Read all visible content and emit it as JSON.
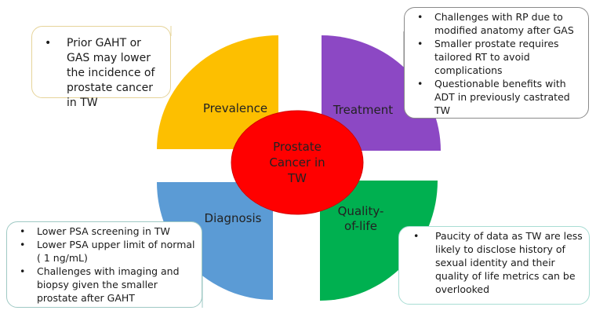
{
  "center": {
    "lines": [
      "Prostate",
      "Cancer in",
      "TW"
    ],
    "color": "#ff0000"
  },
  "segments": [
    {
      "id": "prevalence",
      "label": [
        "Prevalence"
      ],
      "color": "#fdbf00"
    },
    {
      "id": "treatment",
      "label": [
        "Treatment"
      ],
      "color": "#8c48c4"
    },
    {
      "id": "diagnosis",
      "label": [
        "Diagnosis"
      ],
      "color": "#5b9bd5"
    },
    {
      "id": "quality",
      "label": [
        "Quality-",
        "of-life"
      ],
      "color": "#00b050"
    }
  ],
  "boxes": {
    "prevalence": [
      "Prior GAHT or GAS may lower the incidence of prostate cancer in TW"
    ],
    "treatment": [
      "Challenges with RP due to modified anatomy after GAS",
      "Smaller prostate requires tailored RT to avoid complications",
      "Questionable benefits with ADT in previously castrated TW"
    ],
    "diagnosis": [
      "Lower PSA screening in TW",
      "Lower PSA upper limit of normal ( 1 ng/mL)",
      "Challenges with imaging and biopsy given the smaller prostate after GAHT"
    ],
    "quality": [
      "Paucity of data as TW are less likely to disclose history of sexual identity and their quality of life metrics can be overlooked"
    ]
  }
}
